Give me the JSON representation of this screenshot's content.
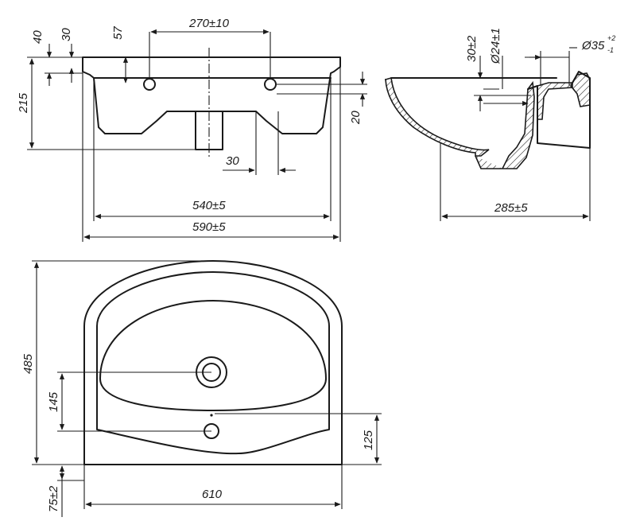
{
  "dimensions": {
    "d40": "40",
    "d30_top": "30",
    "d57": "57",
    "d270": "270±10",
    "d215": "215",
    "d20": "20",
    "d30_bottom": "30",
    "d540": "540±5",
    "d590": "590±5",
    "d30_2": "30±2",
    "d24": "Ø24±1",
    "d35": "Ø35",
    "d35_tol_up": "+2",
    "d35_tol_dn": "-1",
    "d285": "285±5",
    "d485": "485",
    "d145": "145",
    "d125": "125",
    "d75": "75±2",
    "d610": "610"
  },
  "colors": {
    "line": "#1a1a1a",
    "background": "#ffffff"
  }
}
